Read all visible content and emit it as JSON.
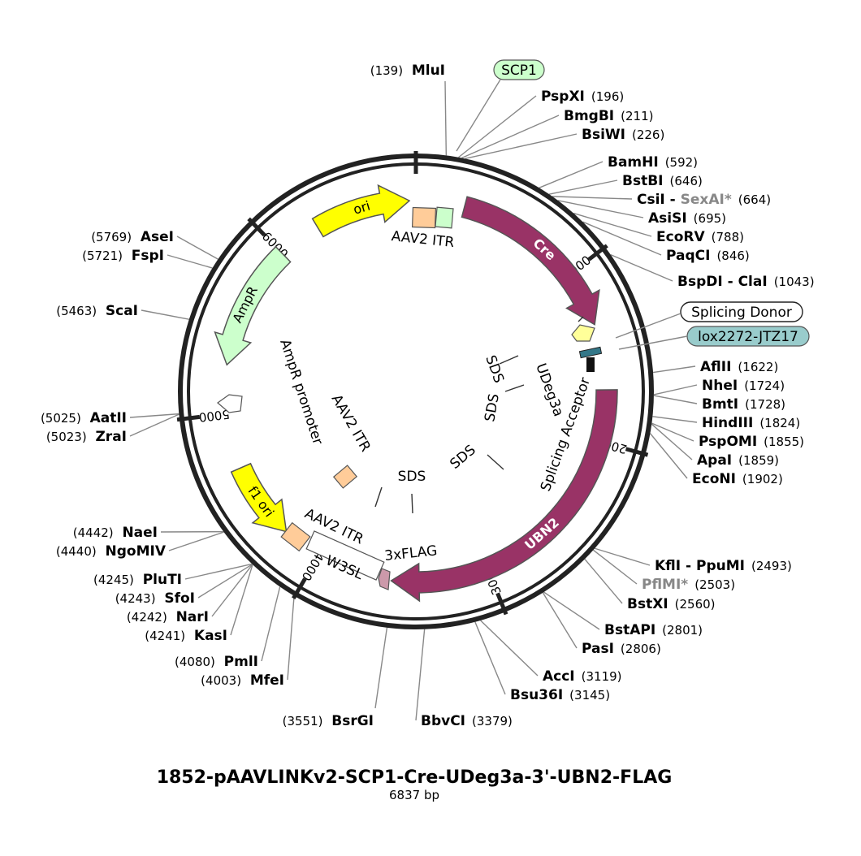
{
  "title": "1852-pAAVLINKv2-SCP1-Cre-UDeg3a-3'-UBN2-FLAG",
  "size_label": "6837 bp",
  "total_bp": 6837,
  "ticks": [
    {
      "bp": 0,
      "label": ""
    },
    {
      "bp": 1000,
      "label": "1000"
    },
    {
      "bp": 2000,
      "label": "2000"
    },
    {
      "bp": 3000,
      "label": "3000"
    },
    {
      "bp": 4000,
      "label": "4000"
    },
    {
      "bp": 5000,
      "label": "5000"
    },
    {
      "bp": 6000,
      "label": "6000"
    }
  ],
  "features": [
    {
      "name": "Cre",
      "start": 280,
      "end": 1320,
      "dir": 1,
      "color": "#993366",
      "label_color": "#ffffff",
      "text": "Cre"
    },
    {
      "name": "UBN2",
      "start": 1700,
      "end": 3560,
      "dir": 1,
      "color": "#993366",
      "label_color": "#ffffff",
      "text": "UBN2"
    },
    {
      "name": "ori",
      "start": 6250,
      "end": 6800,
      "dir": 1,
      "color": "#ffff00",
      "label_color": "#000000",
      "text": "ori"
    },
    {
      "name": "AmpR",
      "start": 5280,
      "end": 6000,
      "dir": -1,
      "color": "#ccffcc",
      "label_color": "#000000",
      "text": "AmpR"
    },
    {
      "name": "f1 ori",
      "start": 4230,
      "end": 4680,
      "dir": -1,
      "color": "#ffff00",
      "label_color": "#000000",
      "text": "f1 ori"
    }
  ],
  "labels": {
    "aav2_itr_top": "AAV2 ITR",
    "aav2_itr_bottom": "AAV2 ITR",
    "aav2_itr_inner": "AAV2 ITR",
    "amp_promoter": "AmpR promoter",
    "w3sl": "W3SL",
    "flag": "3xFLAG",
    "udeg3a": "UDeg3a",
    "splicing_acceptor": "Splicing Acceptor",
    "sds": "SDS",
    "scp1": "SCP1",
    "splicing_donor": "Splicing Donor",
    "lox": "lox2272-JTZ17"
  },
  "colors": {
    "ring": "#222222",
    "itr": "#ffcc99",
    "scp1": "#ccffcc",
    "lox": "#99cccc",
    "flag": "#cc99aa",
    "donor": "#ffff99",
    "leader": "#888888"
  },
  "sites_right": [
    {
      "name": "PspXI",
      "pos": "(196)",
      "bp": 196
    },
    {
      "name": "BmgBI",
      "pos": "(211)",
      "bp": 211
    },
    {
      "name": "BsiWI",
      "pos": "(226)",
      "bp": 226
    },
    {
      "name": "BamHI",
      "pos": "(592)",
      "bp": 592
    },
    {
      "name": "BstBI",
      "pos": "(646)",
      "bp": 646
    },
    {
      "name": "CsiI - ",
      "extra": "SexAI*",
      "pos": "(664)",
      "bp": 664
    },
    {
      "name": "AsiSI",
      "pos": "(695)",
      "bp": 695
    },
    {
      "name": "EcoRV",
      "pos": "(788)",
      "bp": 788
    },
    {
      "name": "PaqCI",
      "pos": "(846)",
      "bp": 846
    },
    {
      "name": "BspDI - ClaI",
      "pos": "(1043)",
      "bp": 1043
    },
    {
      "name": "AflII",
      "pos": "(1622)",
      "bp": 1622
    },
    {
      "name": "NheI",
      "pos": "(1724)",
      "bp": 1724
    },
    {
      "name": "BmtI",
      "pos": "(1728)",
      "bp": 1728
    },
    {
      "name": "HindIII",
      "pos": "(1824)",
      "bp": 1824
    },
    {
      "name": "PspOMI",
      "pos": "(1855)",
      "bp": 1855
    },
    {
      "name": "ApaI",
      "pos": "(1859)",
      "bp": 1859
    },
    {
      "name": "EcoNI",
      "pos": "(1902)",
      "bp": 1902
    },
    {
      "name": "KflI - PpuMI",
      "pos": "(2493)",
      "bp": 2493
    },
    {
      "name": "",
      "extra": "PflMI*",
      "pos": "(2503)",
      "bp": 2503
    },
    {
      "name": "BstXI",
      "pos": "(2560)",
      "bp": 2560
    },
    {
      "name": "BstAPI",
      "pos": "(2801)",
      "bp": 2801
    },
    {
      "name": "PasI",
      "pos": "(2806)",
      "bp": 2806
    },
    {
      "name": "AccI",
      "pos": "(3119)",
      "bp": 3119
    },
    {
      "name": "Bsu36I",
      "pos": "(3145)",
      "bp": 3145
    },
    {
      "name": "BbvCI",
      "pos": "(3379)",
      "bp": 3379
    }
  ],
  "sites_left": [
    {
      "name": "MluI",
      "pos": "(139)",
      "bp": 139
    },
    {
      "name": "BsrGI",
      "pos": "(3551)",
      "bp": 3551
    },
    {
      "name": "MfeI",
      "pos": "(4003)",
      "bp": 4003
    },
    {
      "name": "PmlI",
      "pos": "(4080)",
      "bp": 4080
    },
    {
      "name": "KasI",
      "pos": "(4241)",
      "bp": 4241
    },
    {
      "name": "NarI",
      "pos": "(4242)",
      "bp": 4242
    },
    {
      "name": "SfoI",
      "pos": "(4243)",
      "bp": 4243
    },
    {
      "name": "PluTI",
      "pos": "(4245)",
      "bp": 4245
    },
    {
      "name": "NgoMIV",
      "pos": "(4440)",
      "bp": 4440
    },
    {
      "name": "NaeI",
      "pos": "(4442)",
      "bp": 4442
    },
    {
      "name": "ZraI",
      "pos": "(5023)",
      "bp": 5023
    },
    {
      "name": "AatII",
      "pos": "(5025)",
      "bp": 5025
    },
    {
      "name": "ScaI",
      "pos": "(5463)",
      "bp": 5463
    },
    {
      "name": "FspI",
      "pos": "(5721)",
      "bp": 5721
    },
    {
      "name": "AseI",
      "pos": "(5769)",
      "bp": 5769
    }
  ]
}
